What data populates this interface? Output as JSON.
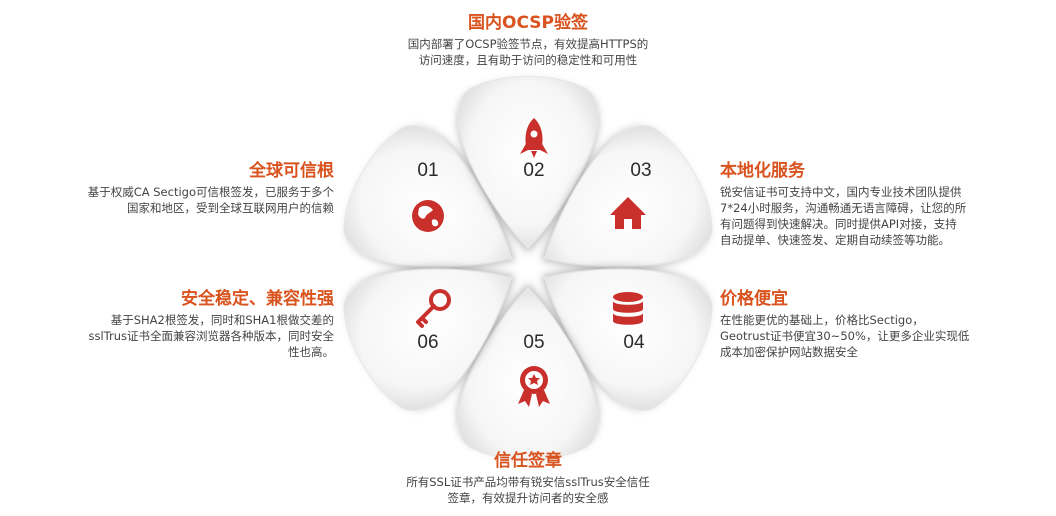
{
  "colors": {
    "accent": "#d9531e",
    "icon": "#c9302c",
    "text": "#444444",
    "petal_light": "#ffffff",
    "petal_shade": "#d9d9d9"
  },
  "petals": [
    {
      "num": "01",
      "icon": "globe-icon"
    },
    {
      "num": "02",
      "icon": "rocket-icon"
    },
    {
      "num": "03",
      "icon": "home-icon"
    },
    {
      "num": "04",
      "icon": "database-icon"
    },
    {
      "num": "05",
      "icon": "award-icon"
    },
    {
      "num": "06",
      "icon": "key-icon"
    }
  ],
  "features": {
    "top": {
      "title": "国内OCSP验签",
      "line1": "国内部署了OCSP验签节点，有效提高HTTPS的",
      "line2": "访问速度，且有助于访问的稳定性和可用性"
    },
    "left_top": {
      "title": "全球可信根",
      "line1": "基于权威CA Sectigo可信根签发，已服务于多个",
      "line2": "国家和地区，受到全球互联网用户的信赖"
    },
    "right_top": {
      "title": "本地化服务",
      "line1": "锐安信证书可支持中文，国内专业技术团队提供",
      "line2": "7*24小时服务，沟通畅通无语言障碍，让您的所",
      "line3": "有问题得到快速解决。同时提供API对接，支持",
      "line4": "自动提单、快速签发、定期自动续签等功能。"
    },
    "left_bottom": {
      "title": "安全稳定、兼容性强",
      "line1": "基于SHA2根签发，同时和SHA1根做交差的",
      "line2": "sslTrus证书全面兼容浏览器各种版本，同时安全",
      "line3": "性也高。"
    },
    "right_bottom": {
      "title": "价格便宜",
      "line1": "在性能更优的基础上，价格比Sectigo，",
      "line2": "Geotrust证书便宜30~50%，让更多企业实现低",
      "line3": "成本加密保护网站数据安全"
    },
    "bottom": {
      "title": "信任签章",
      "line1": "所有SSL证书产品均带有锐安信sslTrus安全信任",
      "line2": "签章，有效提升访问者的安全感"
    }
  }
}
